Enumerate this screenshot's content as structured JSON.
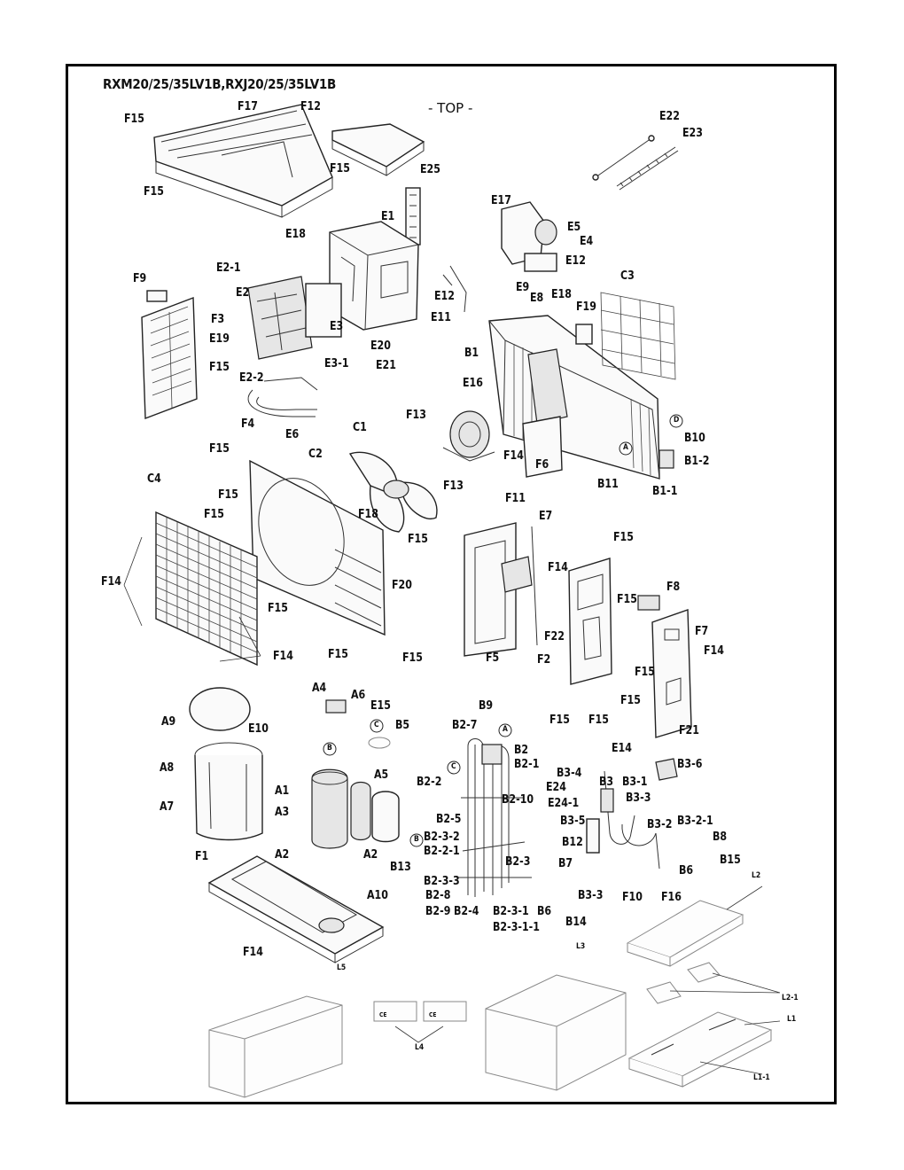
{
  "title": "RXM20/25/35LV1B,RXJ20/25/35LV1B",
  "top_note": "- TOP -",
  "labels": {
    "F15_a": "F15",
    "F17": "F17",
    "F12": "F12",
    "E22": "E22",
    "E23": "E23",
    "F15_b": "F15",
    "F15_c": "F15",
    "E25": "E25",
    "E1": "E1",
    "E17": "E17",
    "E5": "E5",
    "E4": "E4",
    "E12_a": "E12",
    "E18_a": "E18",
    "E2_1": "E2-1",
    "F9": "F9",
    "E2": "E2",
    "F3": "F3",
    "E19": "E19",
    "E3": "E3",
    "E20": "E20",
    "E3_1": "E3-1",
    "E21": "E21",
    "E12_b": "E12",
    "E11": "E11",
    "E9": "E9",
    "E8": "E8",
    "E18_b": "E18",
    "C3": "C3",
    "F19": "F19",
    "F15_d": "F15",
    "E2_2": "E2-2",
    "E6": "E6",
    "B1": "B1",
    "E16": "E16",
    "F13_a": "F13",
    "F4": "F4",
    "C1": "C1",
    "F14_a": "F14",
    "F6": "F6",
    "B10": "B10",
    "B1_2": "B1-2",
    "F15_e": "F15",
    "C2": "C2",
    "F13_b": "F13",
    "C4": "C4",
    "F15_f": "F15",
    "F15_g": "F15",
    "F18": "F18",
    "B11": "B11",
    "B1_1": "B1-1",
    "F11": "F11",
    "E7": "E7",
    "F15_h": "F15",
    "F14_b": "F14",
    "F15_i": "F15",
    "F20": "F20",
    "F15_j": "F15",
    "F8": "F8",
    "F14_c": "F14",
    "F15_k": "F15",
    "F14_d": "F14",
    "F22": "F22",
    "F7": "F7",
    "F15_l": "F15",
    "F14_e": "F14",
    "F5": "F5",
    "F2": "F2",
    "F15_m": "F15",
    "F15_n": "F15",
    "F15_o": "F15",
    "F15_p": "F15",
    "F21": "F21",
    "A4": "A4",
    "A6": "A6",
    "E15": "E15",
    "B9": "B9",
    "A9": "A9",
    "E10": "E10",
    "B5": "B5",
    "B2_7": "B2-7",
    "B2": "B2",
    "B2_1": "B2-1",
    "E14": "E14",
    "A8": "A8",
    "A5": "A5",
    "B3_4": "B3-4",
    "B3": "B3",
    "B3_1": "B3-1",
    "B3_6": "B3-6",
    "A1": "A1",
    "B2_2": "B2-2",
    "B2_10": "B2-10",
    "E24": "E24",
    "B3_3_a": "B3-3",
    "A7": "A7",
    "E24_1": "E24-1",
    "A3": "A3",
    "B2_5": "B2-5",
    "B3_5": "B3-5",
    "B3_2_1": "B3-2-1",
    "B2_3_2": "B2-3-2",
    "B3_2": "B3-2",
    "B8": "B8",
    "B12": "B12",
    "B2_2_1": "B2-2-1",
    "F1": "F1",
    "A2_a": "A2",
    "A2_b": "A2",
    "B13": "B13",
    "B15": "B15",
    "B2_3": "B2-3",
    "B7": "B7",
    "B6_a": "B6",
    "B2_3_3": "B2-3-3",
    "A10": "A10",
    "B3_3_b": "B3-3",
    "F10": "F10",
    "F16": "F16",
    "B2_8": "B2-8",
    "B6_b": "B6",
    "B2_9": "B2-9",
    "B2_4": "B2-4",
    "B2_3_1": "B2-3-1",
    "B14": "B14",
    "B2_3_1_1": "B2-3-1-1",
    "F14_f": "F14",
    "L2": "L2",
    "L3": "L3",
    "L5": "L5",
    "L4": "L4",
    "L2_1": "L2-1",
    "L1": "L1",
    "L1_1": "L1-1"
  },
  "callouts": {
    "A_a": "A",
    "D": "D",
    "C_a": "C",
    "B_a": "B",
    "A_b": "A",
    "C_b": "C",
    "B_b": "B"
  },
  "nameplate": {
    "text_a": "CE",
    "text_b": "CE"
  }
}
